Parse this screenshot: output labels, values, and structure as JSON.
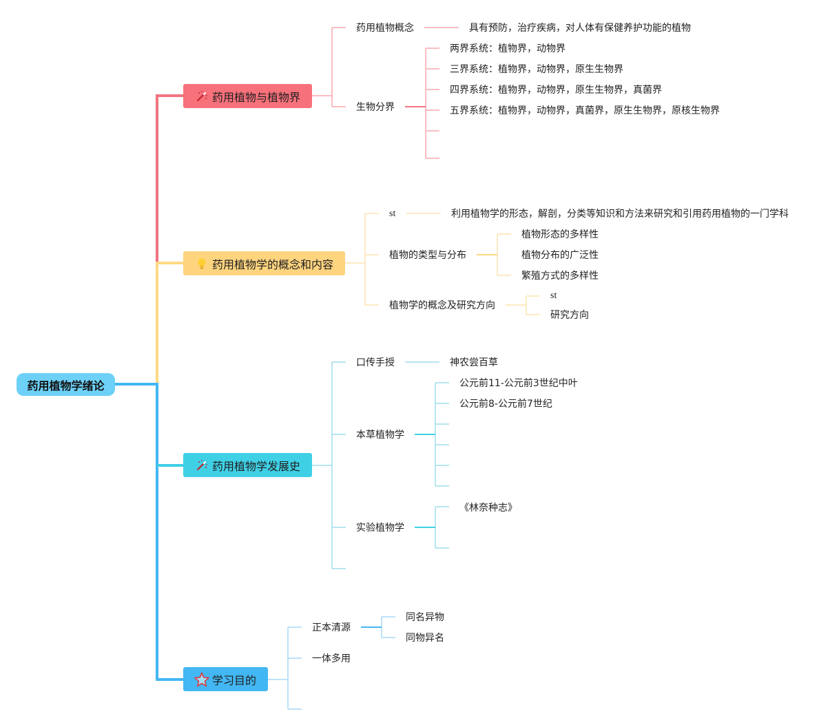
{
  "root": {
    "label": "药用植物学绪论"
  },
  "branches": {
    "b1": {
      "label": "药用植物与植物界",
      "icon": "magic-wand-icon",
      "color": "#f7717b",
      "children": {
        "concept": {
          "label": "药用植物概念",
          "detail": "具有预防，治疗疾病，对人体有保健养护功能的植物"
        },
        "classification": {
          "label": "生物分界",
          "items": [
            "两界系统：植物界，动物界",
            "三界系统：植物界，动物界，原生生物界",
            "四界系统：植物界，动物界，原生生物界，真菌界",
            "五界系统：植物界，动物界，真菌界，原生生物界，原核生物界"
          ]
        }
      }
    },
    "b2": {
      "label": "药用植物学的概念和内容",
      "icon": "lightbulb-icon",
      "color": "#fed47f",
      "children": {
        "st": {
          "label": "st",
          "detail": "利用植物学的形态，解剖，分类等知识和方法来研究和引用药用植物的一门学科"
        },
        "types": {
          "label": "植物的类型与分布",
          "items": [
            "植物形态的多样性",
            "植物分布的广泛性",
            "繁殖方式的多样性"
          ]
        },
        "direction": {
          "label": "植物学的概念及研究方向",
          "items": [
            "st",
            "研究方向"
          ]
        }
      }
    },
    "b3": {
      "label": "药用植物学发展史",
      "icon": "magic-wand-icon",
      "color": "#3fd0e6",
      "children": {
        "oral": {
          "label": "口传手授",
          "detail": "神农尝百草"
        },
        "herbal": {
          "label": "本草植物学",
          "items": [
            "公元前11-公元前3世纪中叶",
            "公元前8-公元前7世纪"
          ]
        },
        "experimental": {
          "label": "实验植物学",
          "items": [
            "《林奈种志》"
          ]
        }
      }
    },
    "b4": {
      "label": "学习目的",
      "icon": "star-icon",
      "color": "#43b7f3",
      "children": {
        "source": {
          "label": "正本清源",
          "items": [
            "同名异物",
            "同物异名"
          ]
        },
        "multi": {
          "label": "一体多用"
        }
      }
    }
  }
}
